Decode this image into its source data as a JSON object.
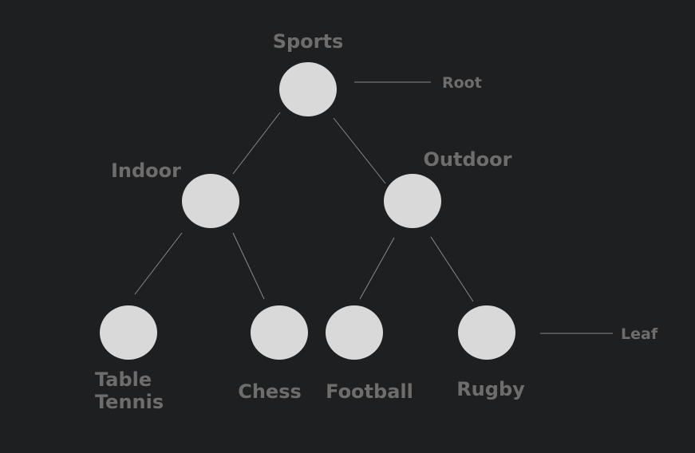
{
  "diagram": {
    "nodes": {
      "sports": {
        "label": "Sports"
      },
      "indoor": {
        "label": "Indoor"
      },
      "outdoor": {
        "label": "Outdoor"
      },
      "table_tennis": {
        "label_line1": "Table",
        "label_line2": "Tennis"
      },
      "chess": {
        "label": "Chess"
      },
      "football": {
        "label": "Football"
      },
      "rugby": {
        "label": "Rugby"
      }
    },
    "annotations": {
      "root": "Root",
      "leaf": "Leaf"
    },
    "colors": {
      "background": "#1e1f20",
      "node_fill": "#d9d9d9",
      "label_text": "#6e6d6b",
      "edge_line": "#8a8a8a"
    }
  }
}
